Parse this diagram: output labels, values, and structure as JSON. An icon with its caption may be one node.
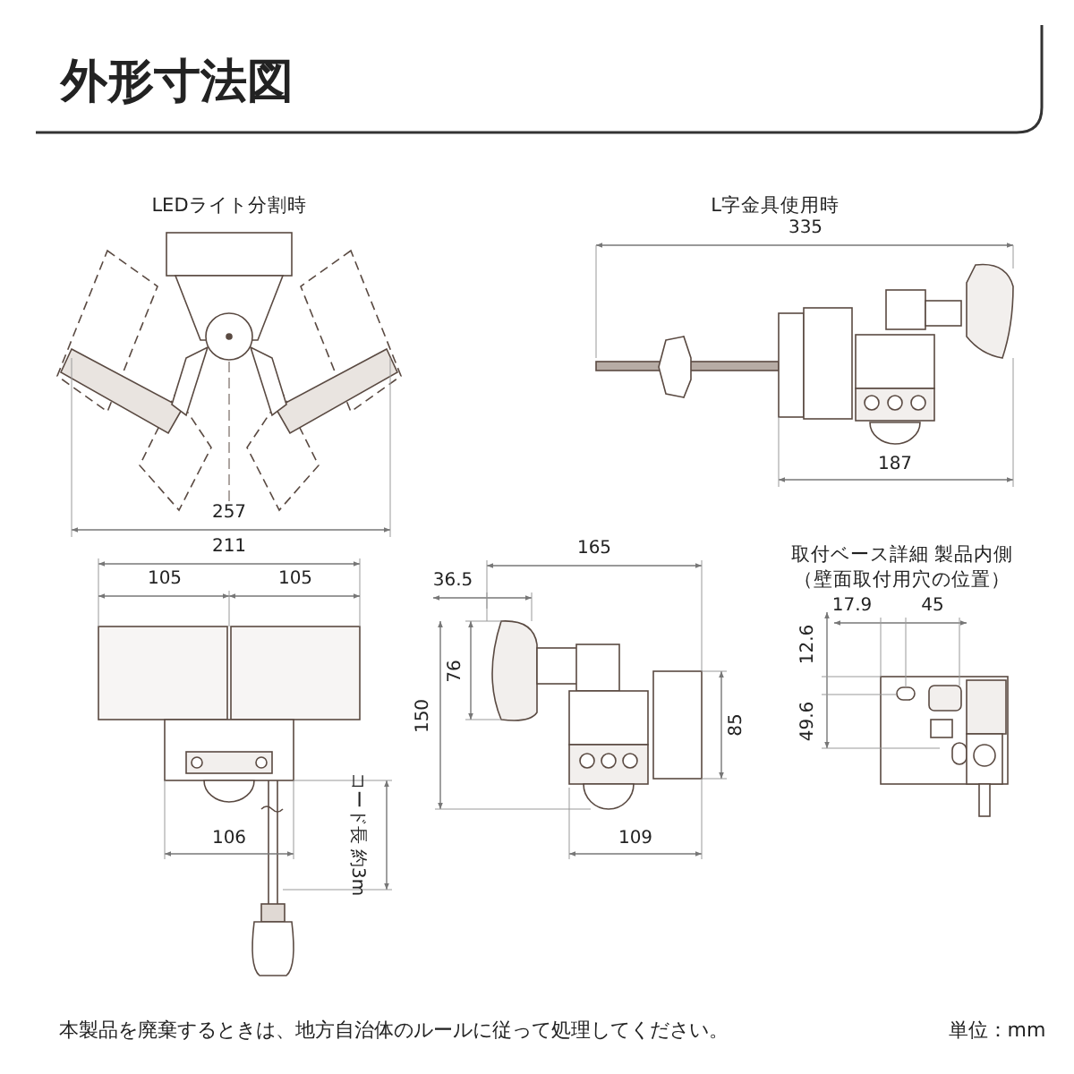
{
  "diagram": {
    "title": "外形寸法図",
    "labels": [
      "LEDライト分割時",
      "L字金具使用時",
      "335",
      "257",
      "187",
      "211",
      "105",
      "105",
      "165",
      "36.5",
      "取付ベース詳細 製品内側",
      "（壁面取付用穴の位置）",
      "17.9",
      "45",
      "12.6",
      "76",
      "150",
      "85",
      "49.6",
      "106",
      "コード長 約3m",
      "109",
      "本製品を廃棄するときは、地方自治体のルールに従って処理してください。",
      "単位：mm"
    ]
  }
}
